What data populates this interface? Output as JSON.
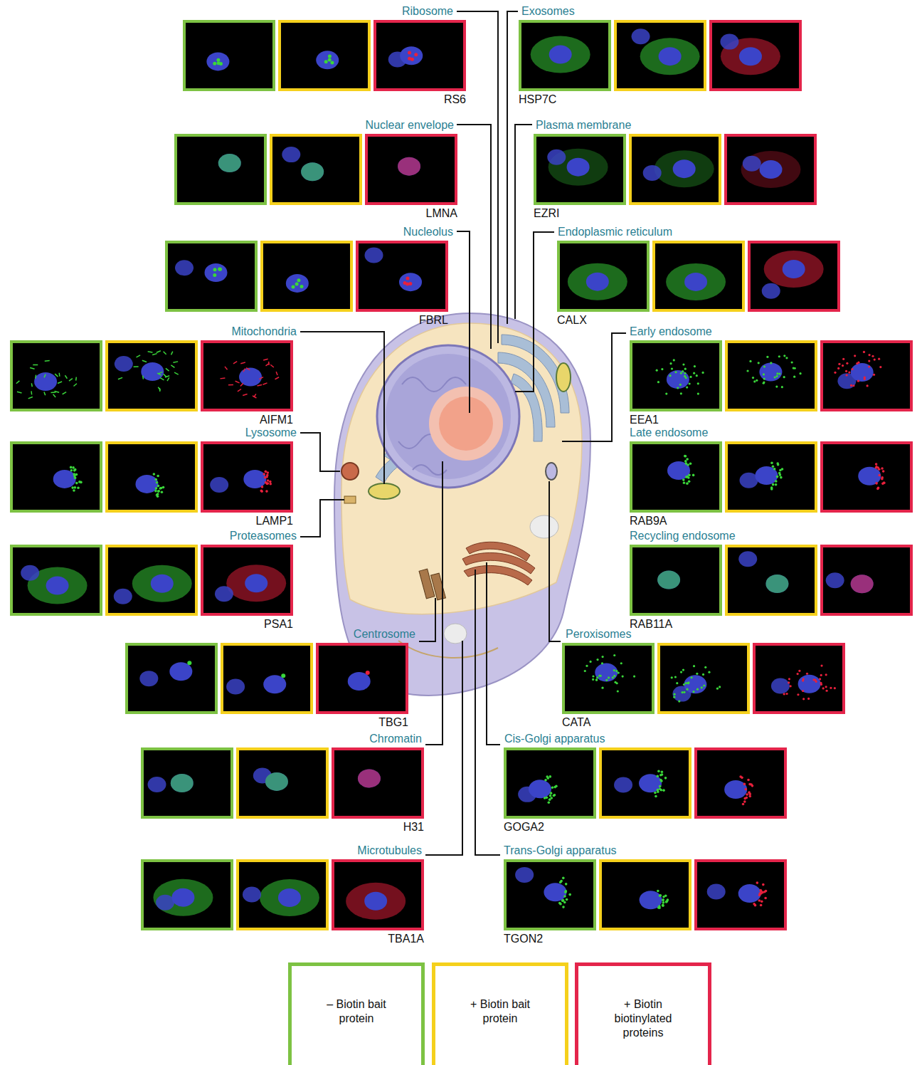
{
  "diagram": {
    "labels": [
      "Ribosome",
      "Exosomes",
      "RS6",
      "HSP7C",
      "Nuclear envelope",
      "Plasma membrane",
      "LMNA",
      "EZRI",
      "Nucleolus",
      "Endoplasmic reticulum",
      "FBRL",
      "CALX",
      "Mitochondria",
      "Early endosome",
      "AIFM1",
      "EEA1",
      "Late endosome",
      "Lysosome",
      "LAMP1",
      "RAB9A",
      "Proteasomes",
      "Recycling endosome",
      "PSA1",
      "RAB11A",
      "Centrosome",
      "Peroxisomes",
      "TBG1",
      "CATA",
      "Chromatin",
      "Cis-Golgi apparatus",
      "H31",
      "GOGA2",
      "Microtubules",
      "Trans-Golgi apparatus",
      "TBA1A",
      "TGON2"
    ],
    "legend": [
      {
        "text": "– Biotin bait protein",
        "color": "#7dc243"
      },
      {
        "text": "+ Biotin bait protein",
        "color": "#f5d01c"
      },
      {
        "text": "+ Biotin biotinylated proteins",
        "color": "#e4254b"
      }
    ]
  }
}
